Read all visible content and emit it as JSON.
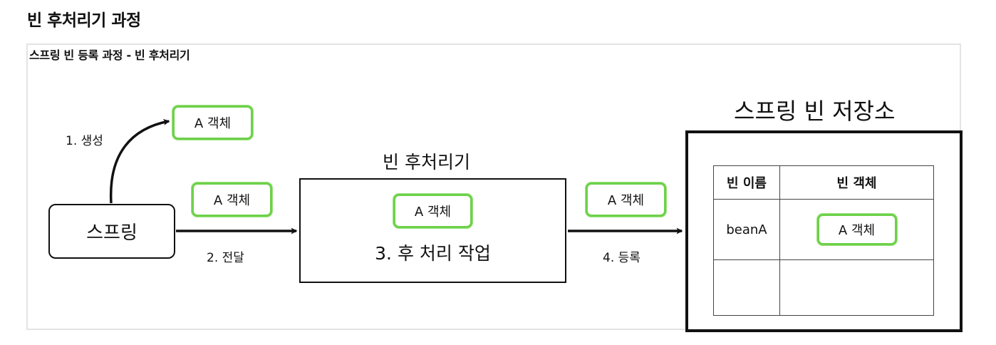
{
  "page_title": "빈 후처리기 과정",
  "diagram": {
    "title": "스프링 빈 등록 과정 - 빈 후처리기",
    "spring_label": "스프링",
    "object_label": "A 객체",
    "step1_label": "1. 생성",
    "step2_label": "2. 전달",
    "step4_label": "4. 등록",
    "bean_post_processor_title": "빈 후처리기",
    "post_processing_label": "3. 후 처리 작업",
    "store_title": "스프링 빈 저장소",
    "table": {
      "headers": [
        "빈 이름",
        "빈 객체"
      ],
      "rows": [
        {
          "name": "beanA",
          "object": "A 객체"
        },
        {
          "name": "",
          "object": ""
        }
      ]
    },
    "colors": {
      "highlight": "#6dd14a",
      "stroke": "#111111",
      "frame": "#e3e3e3"
    }
  }
}
